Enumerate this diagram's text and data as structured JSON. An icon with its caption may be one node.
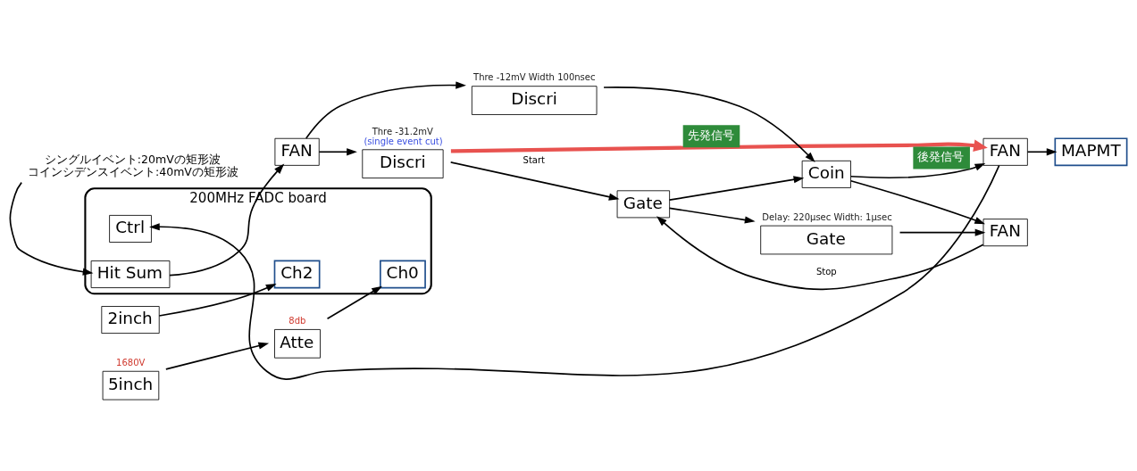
{
  "diagram": {
    "nodes": [
      {
        "text": [
          "200MHz FADC board"
        ]
      },
      {
        "text": [
          "5inch"
        ],
        "beside": [
          "1680V"
        ]
      },
      {
        "text": [
          "Atte"
        ],
        "beside": [
          "8db"
        ]
      },
      {
        "text": [
          "Ch0"
        ],
        "in": 0
      },
      {
        "text": [
          "2inch"
        ]
      },
      {
        "text": [
          "Ch2"
        ],
        "in": 0
      },
      {
        "text": [
          "Ctrl"
        ],
        "in": 0
      },
      {
        "text": [
          "Hit Sum"
        ],
        "in": 0
      },
      {
        "text": [
          "FAN"
        ]
      },
      {
        "text": [
          "Discri"
        ],
        "beside": [
          "Thre -31.2mV",
          "(single event cut)"
        ]
      },
      {
        "text": [
          "Discri"
        ],
        "beside": [
          "Thre -12mV Width 100nsec"
        ]
      },
      {
        "text": [
          "Gate"
        ]
      },
      {
        "text": [
          "Gate"
        ],
        "beside": [
          "Delay: 220µsec Width: 1µsec"
        ]
      },
      {
        "text": [
          "FAN"
        ]
      },
      {
        "text": [
          "Coin"
        ]
      },
      {
        "text": [
          "FAN"
        ]
      },
      {
        "text": [
          "MAPMT"
        ]
      },
      {
        "text": [
          "シングルイベント:20mVの矩形波",
          "コインシデンスイベント:40mVの矩形波"
        ]
      }
    ],
    "edges": [
      {
        "from": 1,
        "to": 2,
        "arrow": "to"
      },
      {
        "from": 2,
        "to": 3,
        "arrow": "to"
      },
      {
        "from": 4,
        "to": 5,
        "arrow": "to"
      },
      {
        "from": 7,
        "to": 8,
        "arrow": "to"
      },
      {
        "from": 8,
        "to": 9,
        "arrow": "to"
      },
      {
        "from": 8,
        "to": 10,
        "arrow": "to"
      },
      {
        "from": 9,
        "to": 11,
        "arrow": "to",
        "label": "Start"
      },
      {
        "from": 9,
        "to": 15,
        "arrow": "to",
        "label": "先発信号",
        "style": "thick",
        "color": "#e8524f"
      },
      {
        "from": 11,
        "to": 12,
        "arrow": "to"
      },
      {
        "from": 12,
        "to": 13,
        "arrow": "to"
      },
      {
        "from": 13,
        "to": 11,
        "arrow": "to",
        "label": "Stop"
      },
      {
        "from": 11,
        "to": 14,
        "arrow": "to"
      },
      {
        "from": 10,
        "to": 14,
        "arrow": "to"
      },
      {
        "from": 14,
        "to": 13,
        "arrow": "to"
      },
      {
        "from": 14,
        "to": 15,
        "arrow": "to",
        "label": "後発信号"
      },
      {
        "from": 15,
        "to": 6,
        "arrow": "to"
      },
      {
        "from": 15,
        "to": 16,
        "arrow": "to"
      },
      {
        "from": 17,
        "to": 7,
        "arrow": "to"
      }
    ]
  }
}
